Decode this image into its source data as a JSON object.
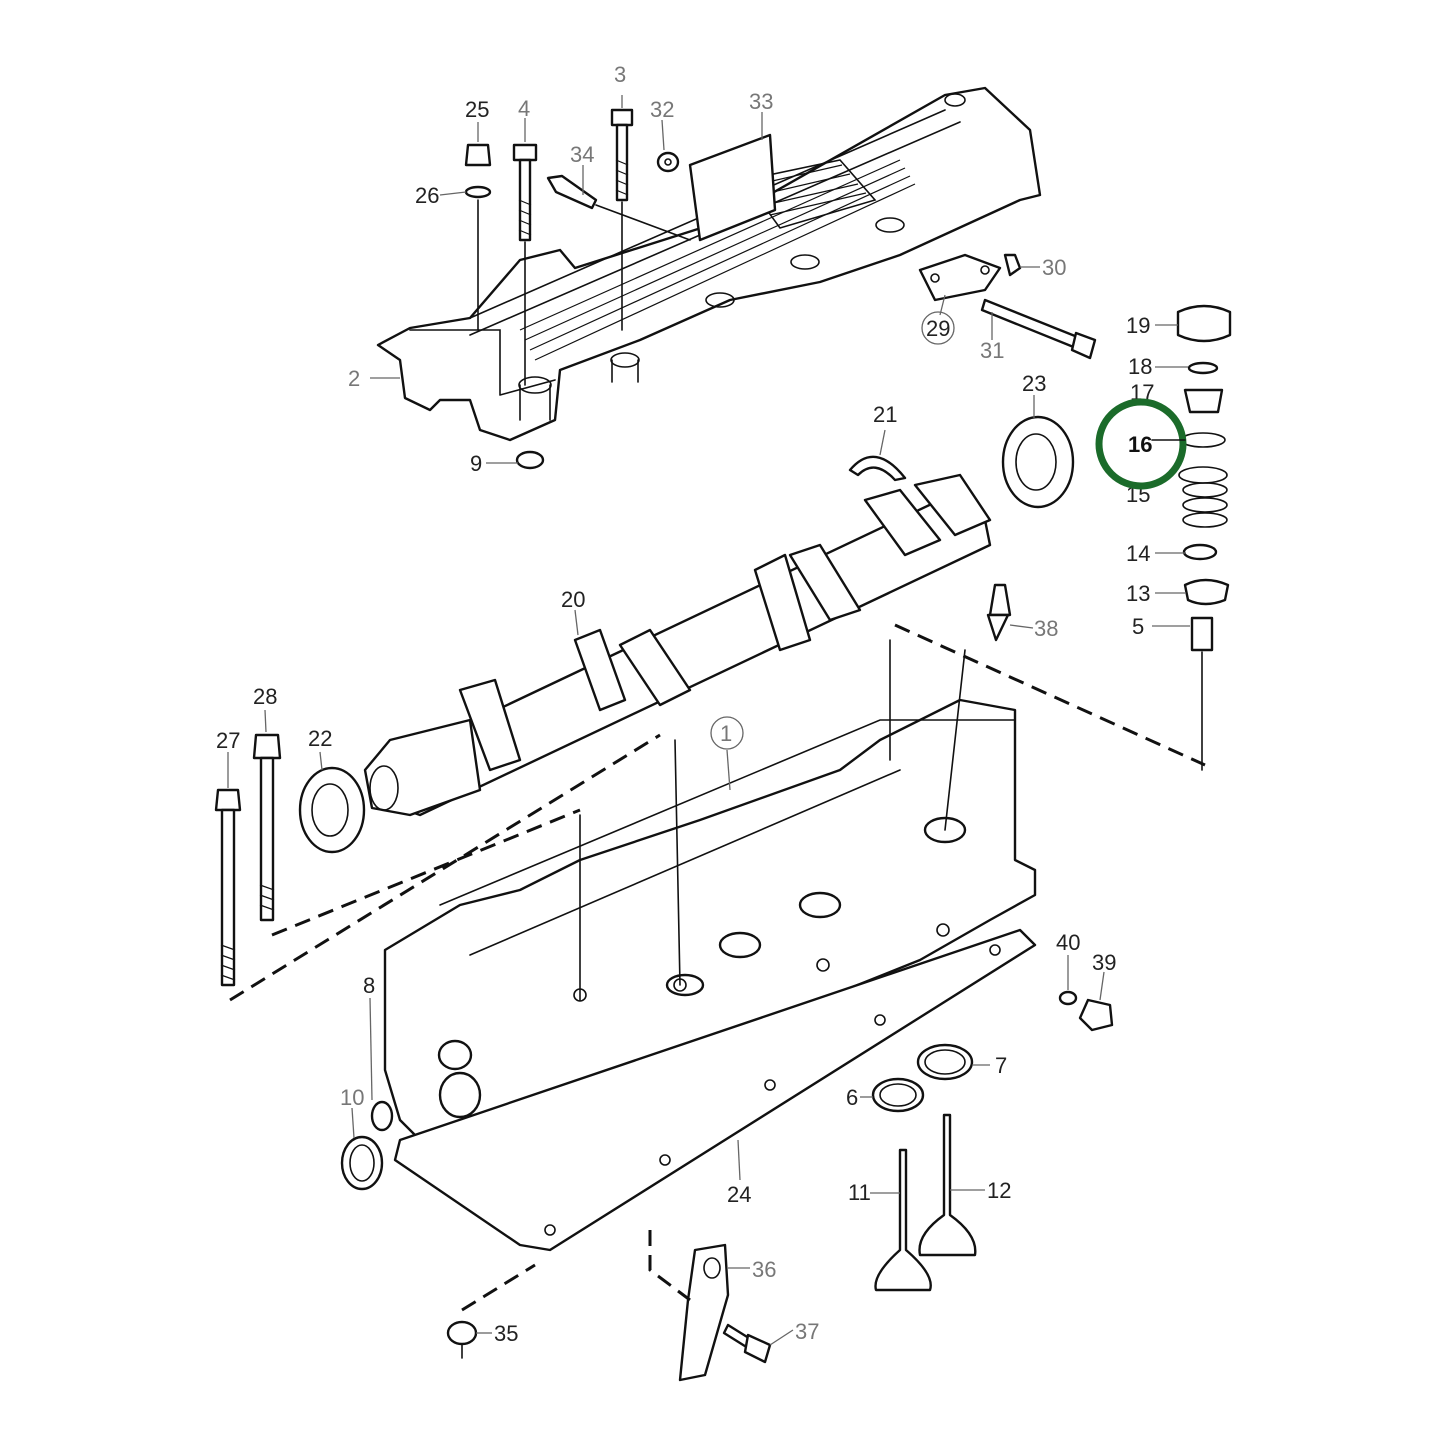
{
  "colors": {
    "line": "#111111",
    "label": "#222222",
    "label_grey": "#777777",
    "highlight": "#1b6b2a",
    "background": "#ffffff"
  },
  "labels": {
    "p1": "1",
    "p2": "2",
    "p3": "3",
    "p4": "4",
    "p5": "5",
    "p6": "6",
    "p7": "7",
    "p8": "8",
    "p9": "9",
    "p10": "10",
    "p11": "11",
    "p12": "12",
    "p13": "13",
    "p14": "14",
    "p15": "15",
    "p16": "16",
    "p17": "17",
    "p18": "18",
    "p19": "19",
    "p20": "20",
    "p21": "21",
    "p22": "22",
    "p23": "23",
    "p24": "24",
    "p25": "25",
    "p26": "26",
    "p27": "27",
    "p28": "28",
    "p29": "29",
    "p30": "30",
    "p31": "31",
    "p32": "32",
    "p33": "33",
    "p34": "34",
    "p35": "35",
    "p36": "36",
    "p37": "37",
    "p38": "38",
    "p39": "39",
    "p40": "40"
  },
  "highlight": {
    "part": "16",
    "style": "circle"
  }
}
